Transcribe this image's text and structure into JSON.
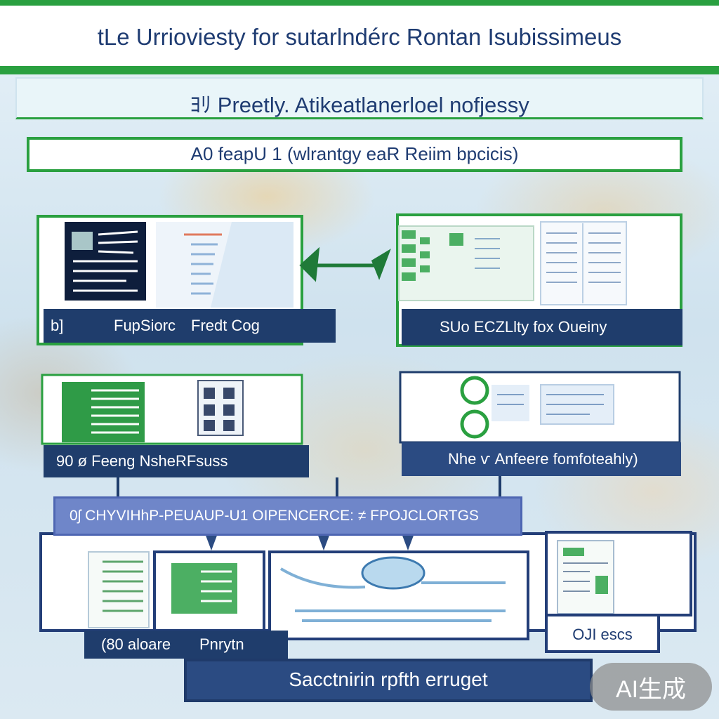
{
  "header": {
    "title": "tLe Urrioviesty for sutarlndérc Rontan Isubissimeus",
    "subtitle": "ﾖﾘ Preetly. Atikeatlanerloel nofjessy"
  },
  "banner": {
    "text": "A0 feapU 1 (wlrantgy eaR Reiim bpcicis)"
  },
  "panels": {
    "top_left": {
      "num": "b]",
      "label1": "FupSiorc",
      "label2": "Fredt Cog"
    },
    "top_right": {
      "label": "SUo ECZLlty fox Oueiny"
    },
    "mid_left": {
      "label": "90 ø Feeng NsheRFsuss"
    },
    "mid_right": {
      "label": "Nhe ѵ Anfeere fomfoteahly)"
    },
    "workflow": {
      "label": "0ʃ CHYVIHhP-PEUAUP-U1 OIPENCERCE: ≠ FPOJCLORTGS"
    },
    "bottom_left": {
      "label1": "(80 aloare",
      "label2": "Pnrytn"
    },
    "bottom_right": {
      "label": "OJI escs"
    }
  },
  "footer": {
    "text": "Sacctnirin rpfth erruget"
  },
  "watermark": {
    "text": "AI生成"
  },
  "colors": {
    "green": "#2aa040",
    "navy": "#1f3d6c",
    "purple": "#6f86c9",
    "text_blue": "#1f3c72"
  }
}
